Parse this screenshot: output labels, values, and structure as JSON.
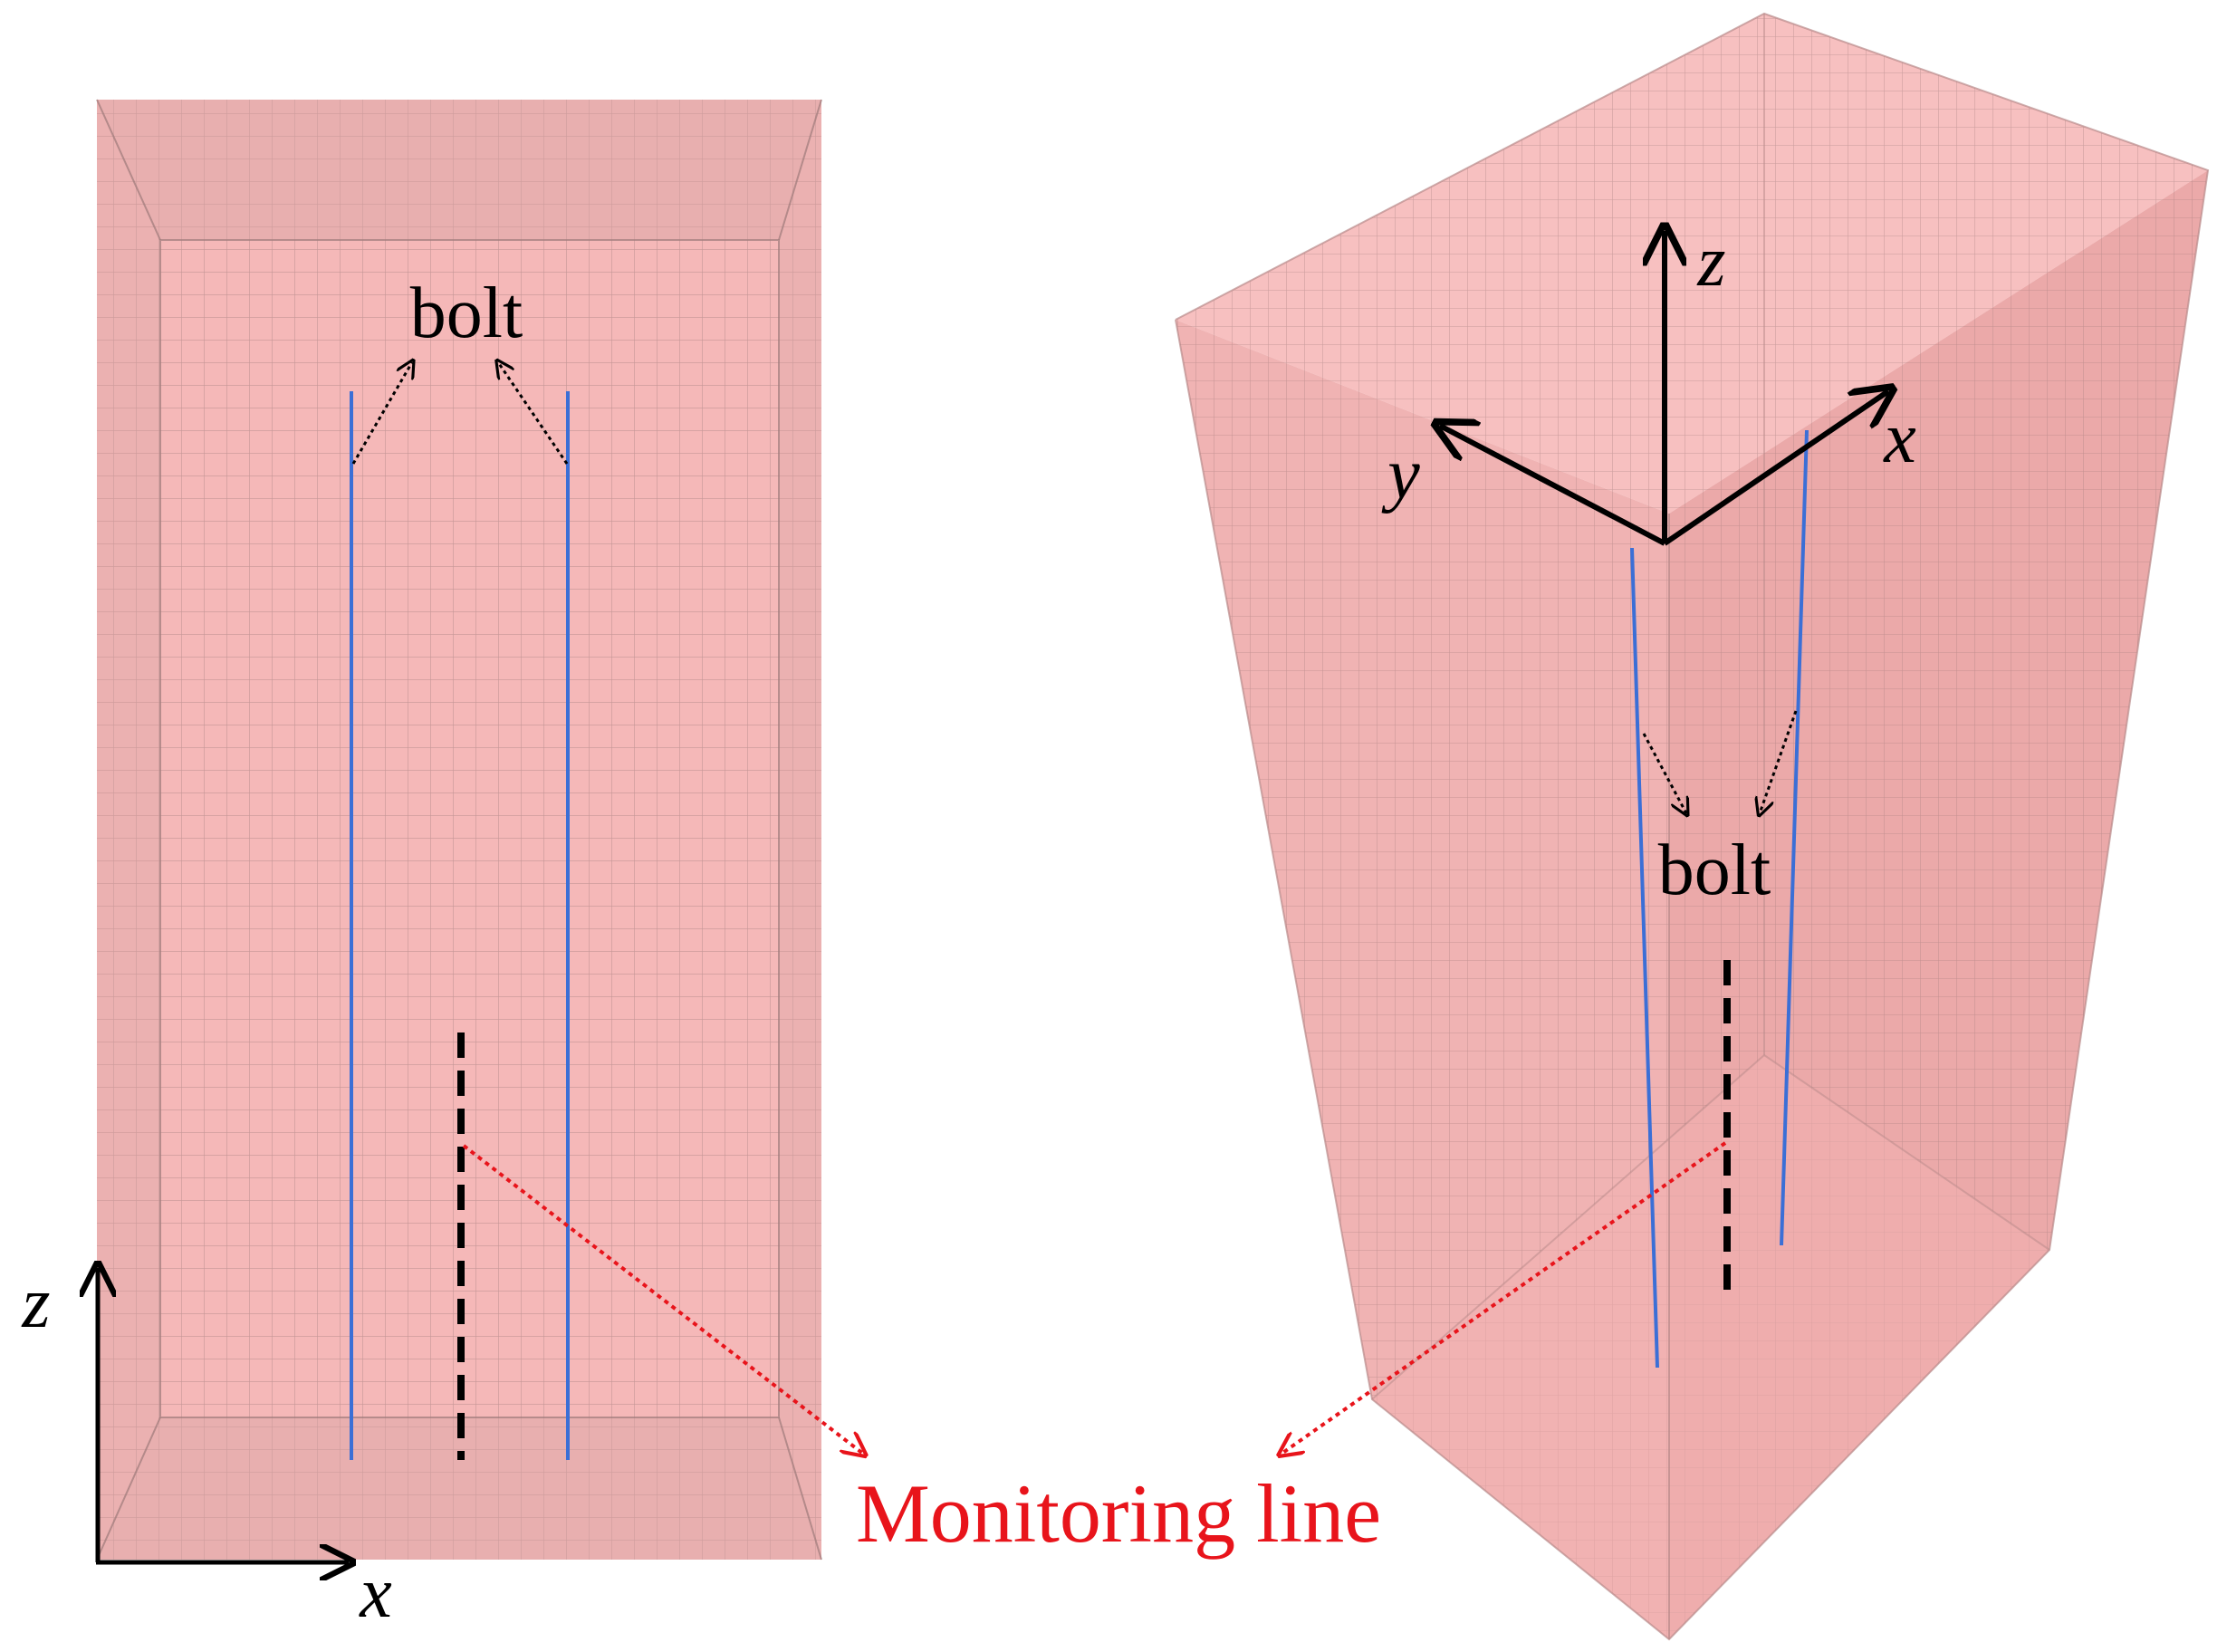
{
  "labels": {
    "bolt_left": "bolt",
    "bolt_right": "bolt",
    "monitoring_line": "Monitoring line"
  },
  "axes": {
    "front_view": {
      "vertical": "z",
      "horizontal": "x"
    },
    "iso_view": {
      "up": "z",
      "left": "y",
      "right": "x"
    }
  },
  "colors": {
    "mesh_fill": "#f5b8b8",
    "mesh_fill_dark": "#e8a7a7",
    "mesh_grid": "#9e7a7a",
    "bolt": "#3b6fd6",
    "monitoring_line": "#000000",
    "annotation": "#e8141b",
    "text": "#000000"
  }
}
